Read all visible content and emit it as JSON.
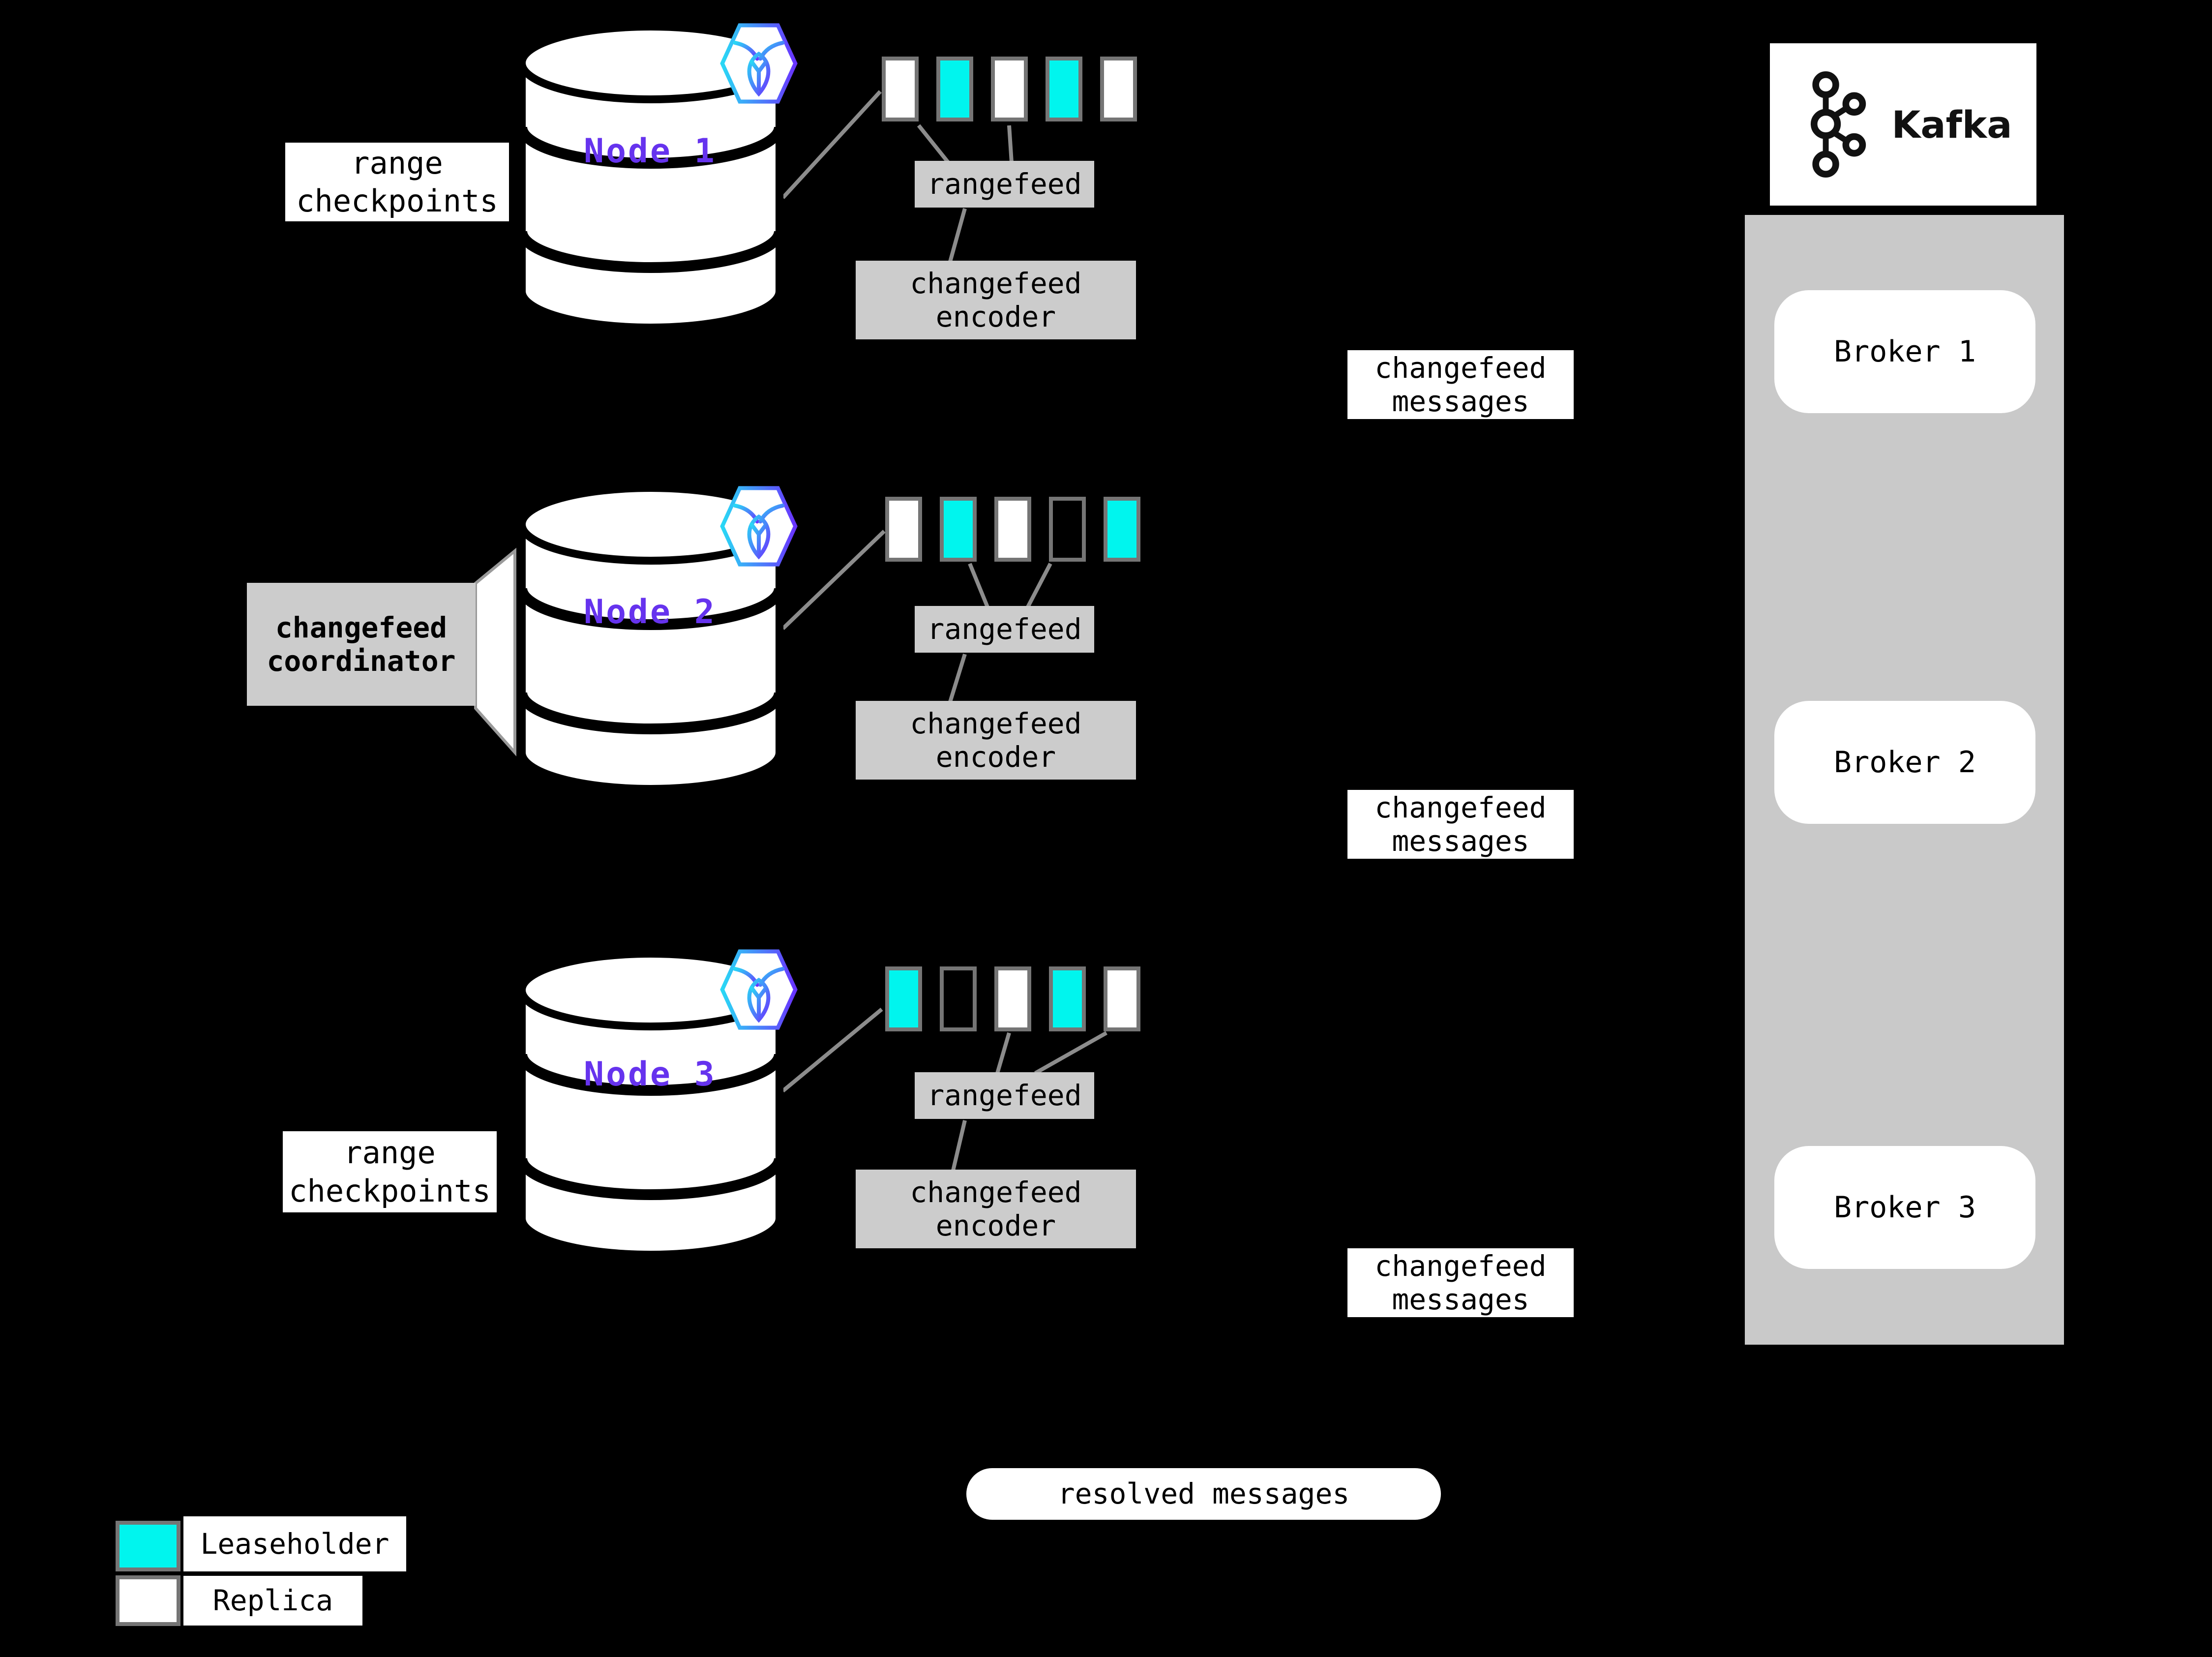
{
  "colors": {
    "background": "#000000",
    "leaseholder": "#00F5EE",
    "replica": "#FFFFFF",
    "box_gray": "#CCCCCC",
    "container_gray": "#C9C9C9",
    "node_text": "#6633EE",
    "connector_gray": "#8C8C8C",
    "hexagon_gradient_start": "#29D8F5",
    "hexagon_gradient_end": "#6933FF"
  },
  "labels": {
    "range_checkpoints": {
      "line1": "range",
      "line2": "checkpoints"
    },
    "coordinator": {
      "line1": "changefeed",
      "line2": "coordinator"
    },
    "resolved_messages": "resolved messages"
  },
  "nodes": [
    {
      "name": "Node 1",
      "rangefeed": "rangefeed",
      "encoder": {
        "line1": "changefeed",
        "line2": "encoder"
      },
      "messages": {
        "line1": "changefeed",
        "line2": "messages"
      },
      "ranges": [
        "replica",
        "leaseholder",
        "replica",
        "leaseholder",
        "replica"
      ]
    },
    {
      "name": "Node 2",
      "rangefeed": "rangefeed",
      "encoder": {
        "line1": "changefeed",
        "line2": "encoder"
      },
      "messages": {
        "line1": "changefeed",
        "line2": "messages"
      },
      "ranges": [
        "replica",
        "leaseholder",
        "replica",
        "empty",
        "leaseholder"
      ]
    },
    {
      "name": "Node 3",
      "rangefeed": "rangefeed",
      "encoder": {
        "line1": "changefeed",
        "line2": "encoder"
      },
      "messages": {
        "line1": "changefeed",
        "line2": "messages"
      },
      "ranges": [
        "leaseholder",
        "empty",
        "replica",
        "leaseholder",
        "replica"
      ]
    }
  ],
  "kafka": {
    "title": "Kafka"
  },
  "brokers": [
    {
      "label": "Broker 1"
    },
    {
      "label": "Broker 2"
    },
    {
      "label": "Broker 3"
    }
  ],
  "legend": [
    {
      "key": "leaseholder",
      "label": "Leaseholder"
    },
    {
      "key": "replica",
      "label": "Replica"
    }
  ]
}
